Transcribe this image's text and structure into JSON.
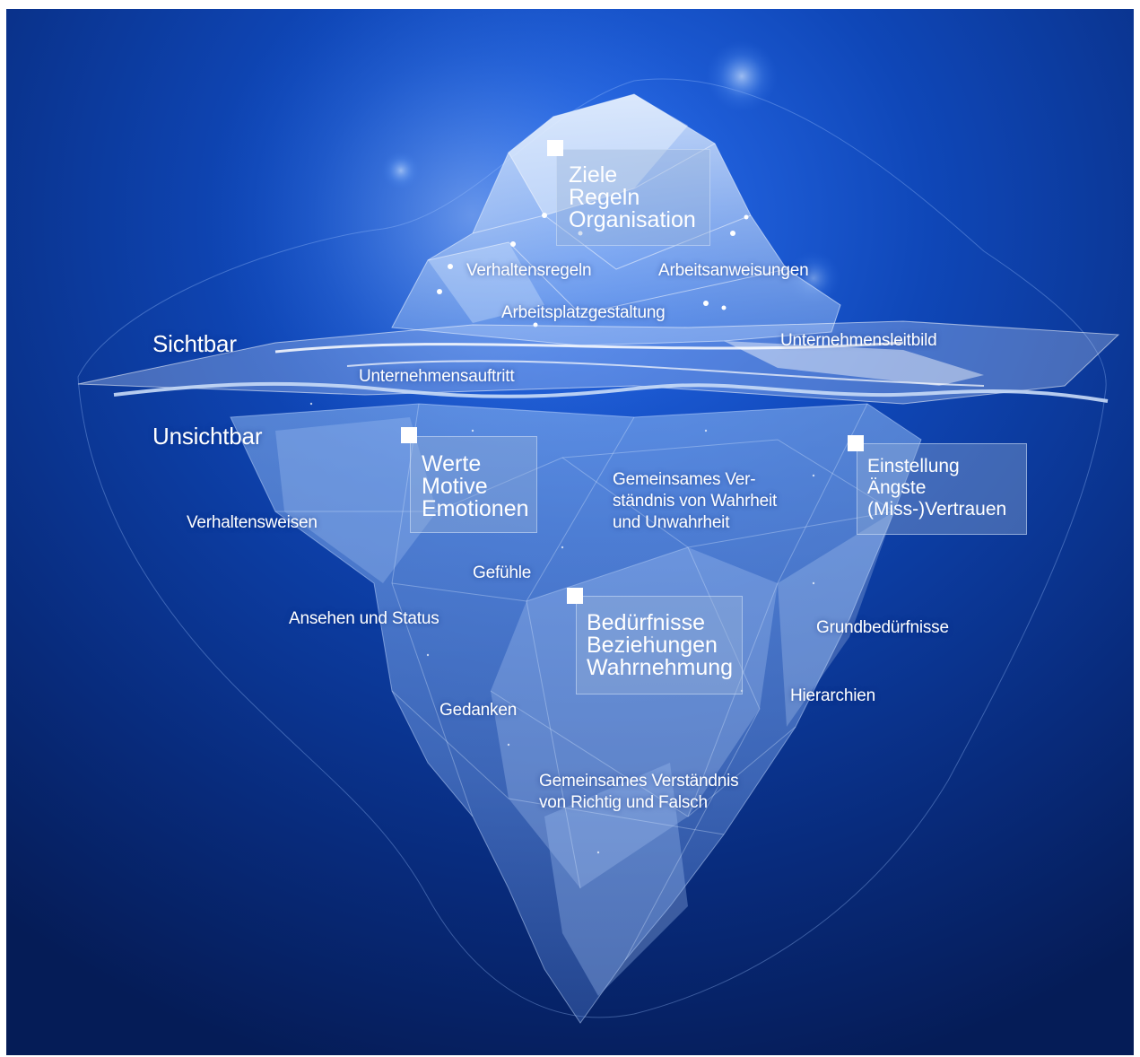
{
  "diagram": {
    "zones": {
      "visible": "Sichtbar",
      "invisible": "Unsichtbar"
    },
    "boxes": {
      "top": [
        "Ziele",
        "Regeln",
        "Organisation"
      ],
      "left": [
        "Werte",
        "Motive",
        "Emotionen"
      ],
      "right": [
        "Einstellung",
        "Ängste",
        "(Miss-)Vertrauen"
      ],
      "center": [
        "Bedürfnisse",
        "Beziehungen",
        "Wahrnehmung"
      ]
    },
    "labels": {
      "verhaltensregeln": "Verhaltensregeln",
      "arbeitsanweisungen": "Arbeitsanweisungen",
      "arbeitsplatzgestaltung": "Arbeitsplatzgestaltung",
      "unternehmensleitbild": "Unternehmensleitbild",
      "unternehmensauftritt": "Unternehmensauftritt",
      "gemeinsames_wahrheit": [
        "Gemeinsames Ver-",
        "ständnis von Wahrheit",
        "und Unwahrheit"
      ],
      "verhaltensweisen": "Verhaltensweisen",
      "gefuehle": "Gefühle",
      "ansehen": "Ansehen und Status",
      "grundbeduerfnisse": "Grundbedürfnisse",
      "hierarchien": "Hierarchien",
      "gedanken": "Gedanken",
      "gemeinsames_richtig": [
        "Gemeinsames Verständnis",
        "von Richtig und Falsch"
      ]
    },
    "colors": {
      "background": "#0a2f86",
      "ice": "#8fb8f2",
      "waterline": "#c9dcf7"
    }
  }
}
